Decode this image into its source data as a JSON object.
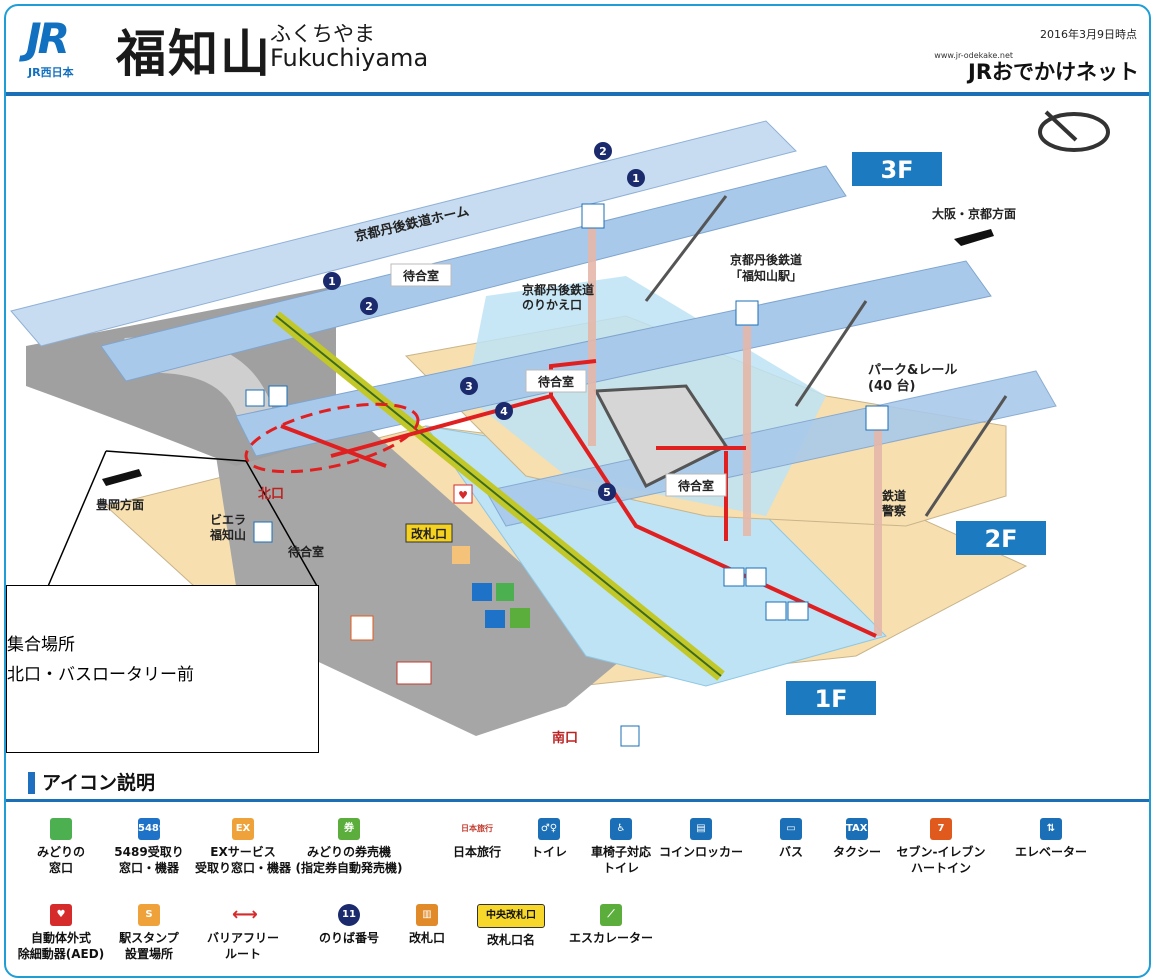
{
  "header": {
    "logo": "JR",
    "company": "JR西日本",
    "station_kanji": "福知山",
    "station_kana": "ふくちやま",
    "station_roman": "Fukuchiyama",
    "date": "2016年3月9日時点",
    "site_url": "www.jr-odekake.net",
    "site_name": "JRおでかけネット"
  },
  "floors": {
    "f3": "3F",
    "f2": "2F",
    "f1": "1F"
  },
  "map_labels": {
    "kyotango_home": "京都丹後鉄道ホーム",
    "kyotango_station": "京都丹後鉄道",
    "kyotango_station2": "「福知山駅」",
    "kyotango_transfer": "京都丹後鉄道",
    "kyotango_transfer2": "のりかえ口",
    "waiting_1": "待合室",
    "waiting_2": "待合室",
    "waiting_3": "待合室",
    "waiting_4": "待合室",
    "park_rail": "パーク&レール",
    "park_rail2": "(40 台)",
    "police": "鉄道",
    "police2": "警察",
    "osaka_kyoto": "大阪・京都方面",
    "toyooka": "豊岡方面",
    "north_exit": "北口",
    "south_exit": "南口",
    "viera": "ビエラ",
    "viera2": "福知山",
    "ticket_gate": "改札口",
    "aed": "AED",
    "platform_nums": [
      "2",
      "1",
      "1",
      "2",
      "3",
      "4",
      "5"
    ]
  },
  "callout": {
    "line1": "集合場所",
    "line2": "北口・バスロータリー前"
  },
  "legend": {
    "title": "アイコン説明",
    "items": [
      {
        "label": "みどりの\n窓口",
        "icon": "midori-window-icon",
        "color": "#4caf50"
      },
      {
        "label": "5489受取り\n窓口・機器",
        "icon": "5489-icon",
        "color": "#1e72c8",
        "glyph": "5489"
      },
      {
        "label": "EXサービス\n受取り窓口・機器",
        "icon": "ex-service-icon",
        "color": "#f0a23a",
        "glyph": "EX"
      },
      {
        "label": "みどりの券売機\n(指定券自動発売機)",
        "icon": "ticket-machine-icon",
        "color": "#5cae3c",
        "glyph": "券"
      },
      {
        "label": "日本旅行",
        "icon": "nippon-travel-icon",
        "color": "#c0392b",
        "glyph": "日本旅行"
      },
      {
        "label": "トイレ",
        "icon": "toilet-icon",
        "color": "#1b6fb6",
        "glyph": "♂♀"
      },
      {
        "label": "車椅子対応\nトイレ",
        "icon": "wheelchair-toilet-icon",
        "color": "#1b6fb6",
        "glyph": "♿"
      },
      {
        "label": "コインロッカー",
        "icon": "coin-locker-icon",
        "color": "#1b6fb6",
        "glyph": "▤"
      },
      {
        "label": "バス",
        "icon": "bus-icon",
        "color": "#1b6fb6",
        "glyph": "▭"
      },
      {
        "label": "タクシー",
        "icon": "taxi-icon",
        "color": "#1b6fb6",
        "glyph": "TAXI"
      },
      {
        "label": "セブン-イレブン\nハートイン",
        "icon": "seven-eleven-icon",
        "color": "#e05a1e",
        "glyph": "7"
      },
      {
        "label": "エレベーター",
        "icon": "elevator-icon",
        "color": "#1b6fb6",
        "glyph": "⇅"
      },
      {
        "label": "自動体外式\n除細動器(AED)",
        "icon": "aed-icon",
        "color": "#d62b2b",
        "glyph": "♥"
      },
      {
        "label": "駅スタンプ\n設置場所",
        "icon": "stamp-icon",
        "color": "#f0a23a",
        "glyph": "S"
      },
      {
        "label": "バリアフリー\nルート",
        "icon": "barrier-free-route-icon",
        "color": "#d62b2b",
        "glyph": "⟷"
      },
      {
        "label": "のりば番号",
        "icon": "platform-number-icon",
        "color": "#1a2a6c",
        "glyph": "11"
      },
      {
        "label": "改札口",
        "icon": "ticket-gate-icon",
        "color": "#e08a2a",
        "glyph": "▥"
      },
      {
        "label": "改札口名",
        "icon": "gate-name-icon",
        "color": "#f7d82a",
        "glyph": "中央改札口"
      },
      {
        "label": "エスカレーター",
        "icon": "escalator-icon",
        "color": "#5cae3c",
        "glyph": "⟋"
      }
    ]
  }
}
